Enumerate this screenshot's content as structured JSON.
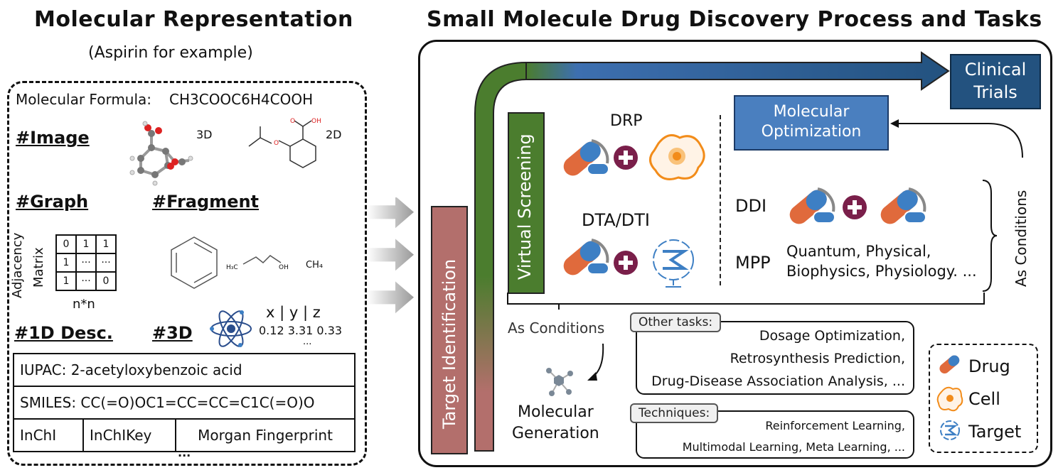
{
  "left": {
    "title": "Molecular Representation",
    "subtitle": "(Aspirin for example)",
    "formula_label": "Molecular Formula:",
    "formula_value": "CH3COOC6H4COOH",
    "image_label": "#Image",
    "image_3d": "3D",
    "image_2d": "2D",
    "graph_label": "#Graph",
    "fragment_label": "#Fragment",
    "adjacency_label_1": "Adjacency",
    "adjacency_label_2": "Matrix",
    "matrix": [
      [
        "0",
        "1",
        "1"
      ],
      [
        "1",
        "···",
        "···"
      ],
      [
        "1",
        "···",
        "0"
      ]
    ],
    "nn": "n*n",
    "frag_ch3": "H₃C",
    "frag_oh": "OH",
    "frag_ch4": "CH₄",
    "desc_label": "#1D Desc.",
    "d3_label": "#3D",
    "xyz_header": "x  |  y  |  z",
    "xyz_values": "0.12  3.31  0.33",
    "xyz_more": "...",
    "iupac": "IUPAC: 2-acetyloxybenzoic acid",
    "smiles": "SMILES: CC(=O)OC1=CC=CC=C1C(=O)O",
    "row3": [
      "InChI",
      "InChIKey",
      "Morgan Fingerprint"
    ],
    "more": "..."
  },
  "right": {
    "title": "Small Molecule Drug Discovery Process and Tasks",
    "clinical_trials_1": "Clinical",
    "clinical_trials_2": "Trials",
    "mol_opt_1": "Molecular",
    "mol_opt_2": "Optimization",
    "virtual_screening": "Virtual Screening",
    "target_identification": "Target Identification",
    "drp": "DRP",
    "dta": "DTA/DTI",
    "ddi": "DDI",
    "mpp": "MPP",
    "mpp_desc_1": "Quantum, Physical,",
    "mpp_desc_2": "Biophysics,  Physiology. ...",
    "as_conditions_side": "As Conditions",
    "as_conditions_bottom": "As Conditions",
    "mol_gen_1": "Molecular",
    "mol_gen_2": "Generation",
    "other_tasks_tag": "Other tasks:",
    "other_tasks": [
      "Dosage Optimization,",
      "Retrosynthesis Prediction,",
      "Drug-Disease Association Analysis, ..."
    ],
    "techniques_tag": "Techniques:",
    "techniques": [
      "Reinforcement Learning,",
      "Multimodal Learning, Meta Learning, ..."
    ],
    "legend": [
      "Drug",
      "Cell",
      "Target"
    ]
  },
  "colors": {
    "green": "#4b7d2e",
    "rose": "#b36f6c",
    "blue": "#4a7fbf",
    "navy": "#23527f",
    "plus": "#7a1f4a",
    "drug_red": "#e06a3c",
    "drug_blue": "#3d7fc4",
    "cell_orange": "#f28c1a"
  }
}
